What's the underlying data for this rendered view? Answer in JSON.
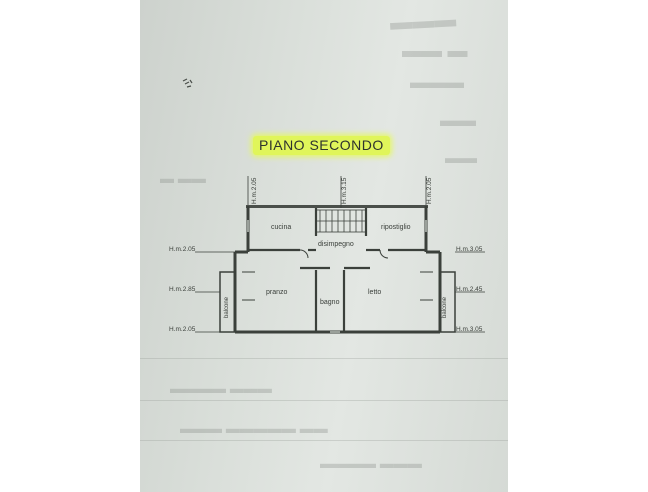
{
  "document": {
    "title": "PIANO SECONDO",
    "title_highlight_color": "#e0f55a",
    "rooms": {
      "cucina": "cucina",
      "disimpegno": "disimpegno",
      "ripostiglio": "ripostiglio",
      "pranzo": "pranzo",
      "bagno": "bagno",
      "letto": "letto"
    },
    "balconies": {
      "left": "balcone",
      "right": "balcone"
    },
    "heights": {
      "top_left": "H.m.2.05",
      "top_center": "H.m.3.15",
      "top_right": "H.m.2.05",
      "left_upper": "H.m.2.05",
      "left_middle": "H.m.2.85",
      "left_lower": "H.m.2.05",
      "right_upper": "H.m.3.05",
      "right_middle": "H.m.2.45",
      "right_lower": "H.m.3.05"
    }
  }
}
